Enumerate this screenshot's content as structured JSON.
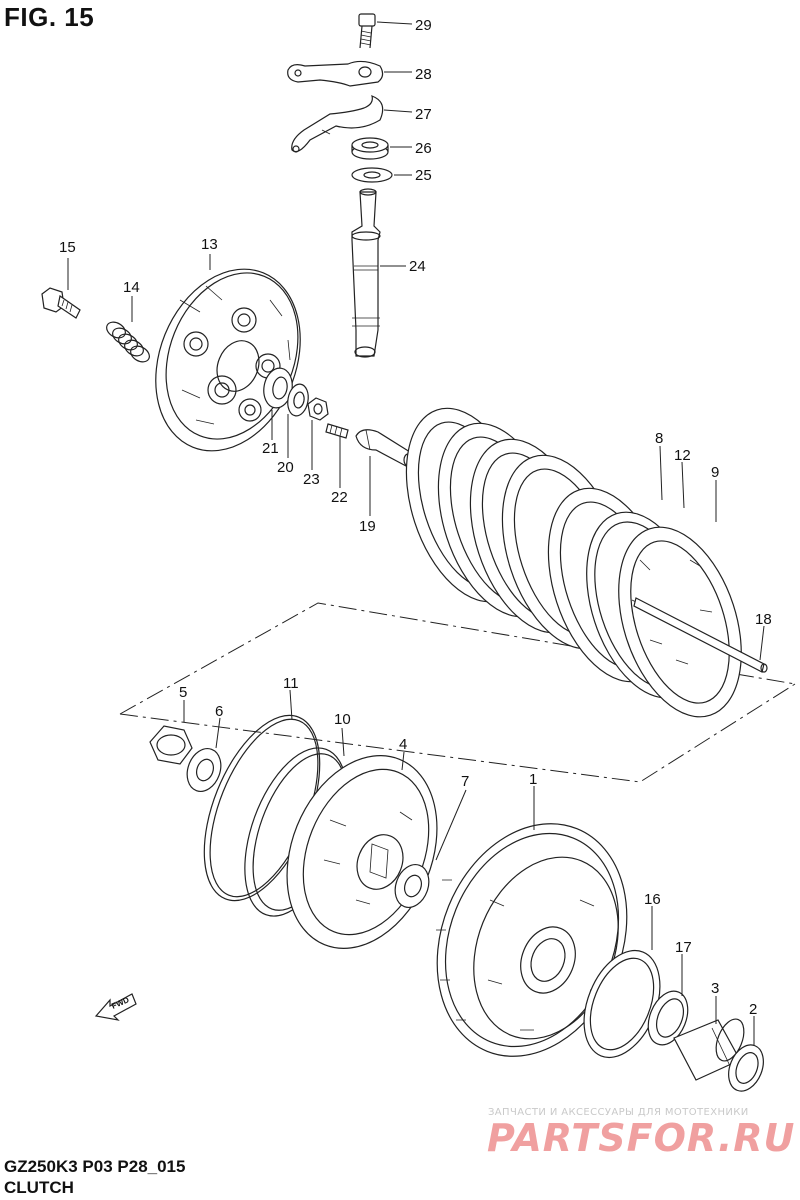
{
  "figure": {
    "title": "FIG. 15"
  },
  "footer": {
    "model_code": "GZ250K3 P03 P28_015",
    "section_name": "CLUTCH"
  },
  "watermark": {
    "tagline": "ЗАПЧАСТИ И АКСЕССУАРЫ ДЛЯ МОТОТЕХНИКИ",
    "brand": "PARTSFOR.RU"
  },
  "direction_arrow": {
    "label": "FWD"
  },
  "callouts": {
    "c1": "1",
    "c2": "2",
    "c3": "3",
    "c4": "4",
    "c5": "5",
    "c6": "6",
    "c7": "7",
    "c8": "8",
    "c9": "9",
    "c10": "10",
    "c11": "11",
    "c12": "12",
    "c13": "13",
    "c14": "14",
    "c15": "15",
    "c16": "16",
    "c17": "17",
    "c18": "18",
    "c19": "19",
    "c20": "20",
    "c21": "21",
    "c22": "22",
    "c23": "23",
    "c24": "24",
    "c25": "25",
    "c26": "26",
    "c27": "27",
    "c28": "28",
    "c29": "29"
  },
  "colors": {
    "line": "#222222",
    "background": "#ffffff",
    "watermark_brand": "#f0a0a0",
    "watermark_text": "#c9c9c9"
  }
}
